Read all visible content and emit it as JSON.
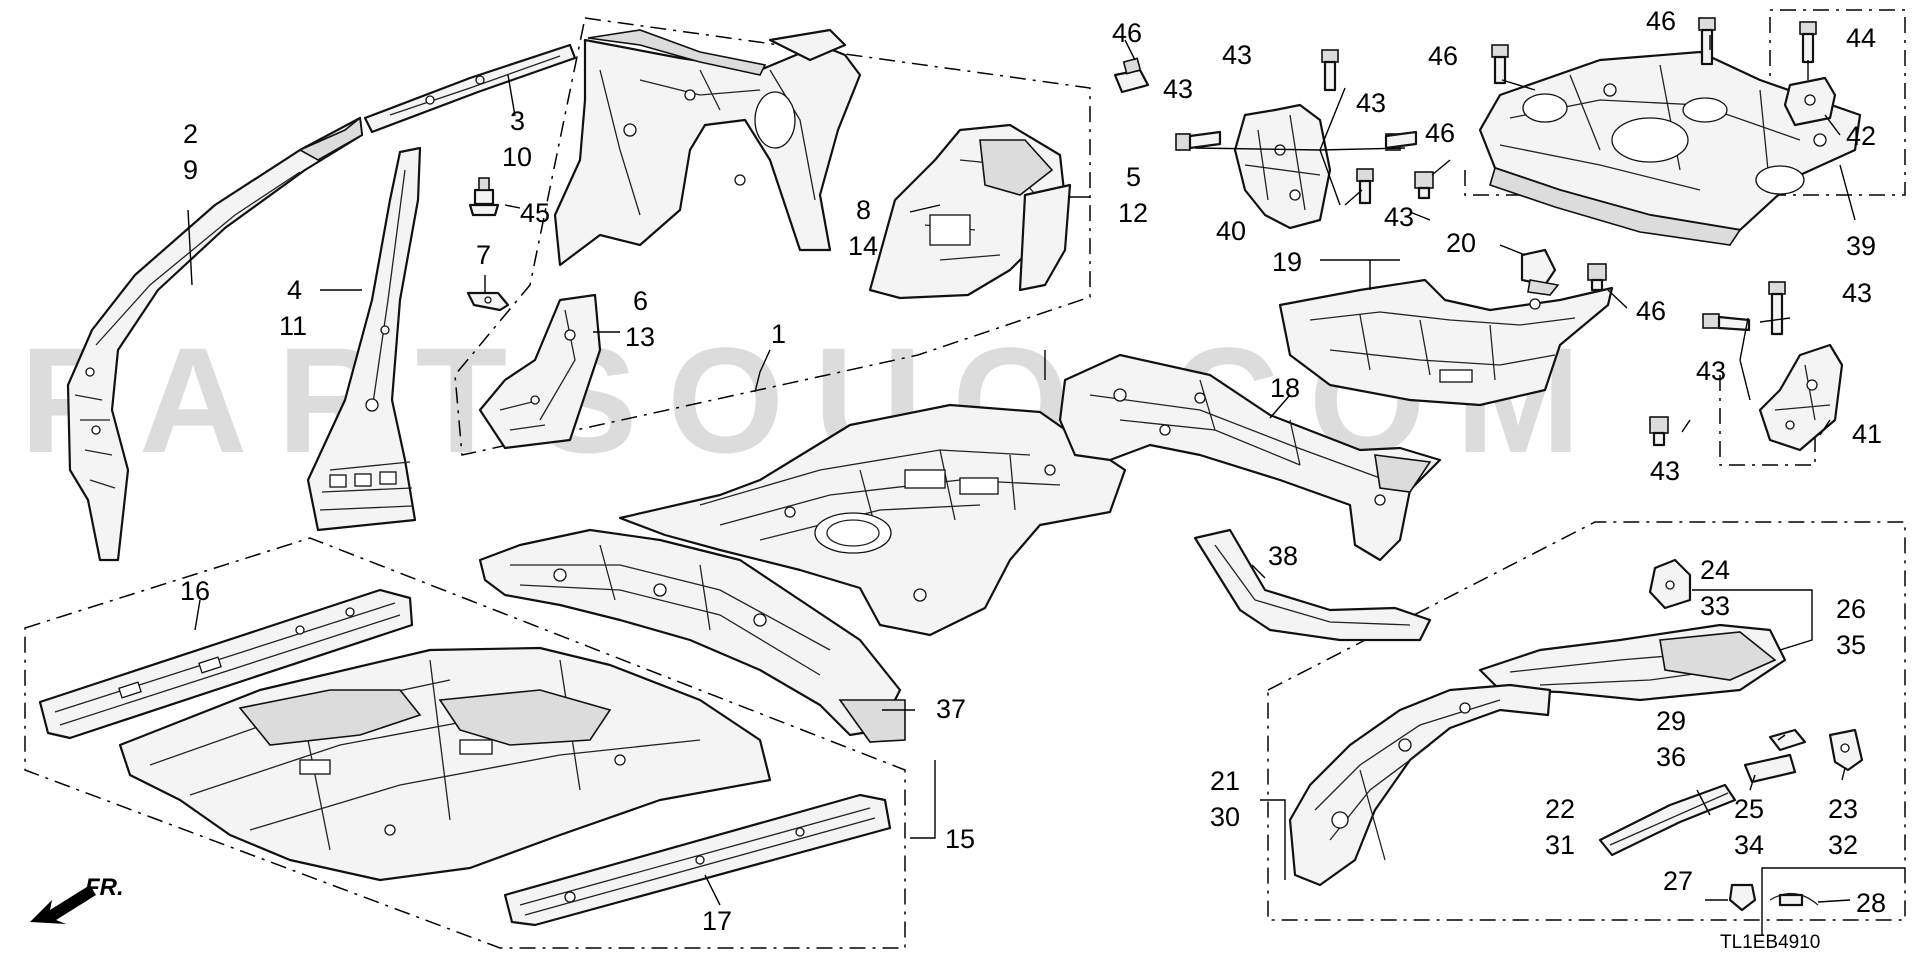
{
  "watermark": "PARTSOUQ.COM",
  "diagram_code": "TL1EB4910",
  "direction_label": "FR.",
  "callouts": {
    "c1": "1",
    "c2": "2",
    "c9": "9",
    "c3": "3",
    "c10": "10",
    "c45": "45",
    "c4": "4",
    "c11": "11",
    "c7": "7",
    "c6": "6",
    "c13": "13",
    "c8": "8",
    "c14": "14",
    "c5": "5",
    "c12": "12",
    "c46a": "46",
    "c43a": "43",
    "c43b": "43",
    "c43c": "43",
    "c43d": "43",
    "c43e": "43",
    "c43f": "43",
    "c43g": "43",
    "c40": "40",
    "c46b": "46",
    "c46c": "46",
    "c46d": "46",
    "c46e": "46",
    "c44": "44",
    "c42": "42",
    "c39": "39",
    "c20": "20",
    "c19": "19",
    "c18": "18",
    "c41": "41",
    "c16": "16",
    "c15": "15",
    "c17": "17",
    "c37": "37",
    "c38": "38",
    "c24": "24",
    "c33": "33",
    "c26": "26",
    "c35": "35",
    "c21": "21",
    "c30": "30",
    "c29": "29",
    "c36": "36",
    "c22": "22",
    "c31": "31",
    "c25": "25",
    "c34": "34",
    "c23": "23",
    "c32": "32",
    "c27": "27",
    "c28": "28"
  }
}
